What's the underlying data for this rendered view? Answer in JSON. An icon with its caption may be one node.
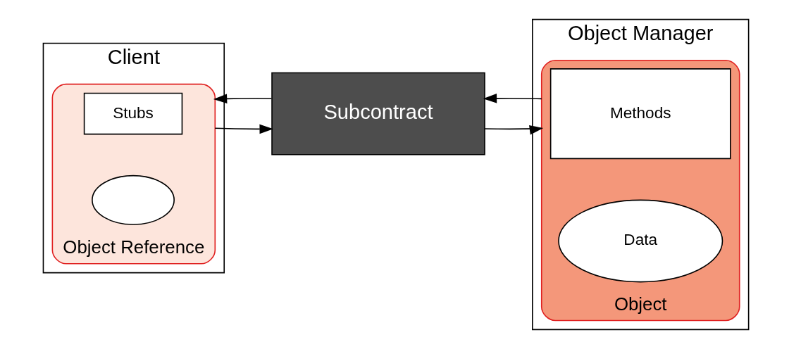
{
  "diagram": {
    "nodes": [
      {
        "text": [
          "Client"
        ]
      },
      {
        "text": [
          "Object Reference"
        ],
        "in": 0
      },
      {
        "text": [
          "Stubs"
        ],
        "in": 1
      },
      {
        "text": [],
        "shape": "ellipse",
        "in": 1
      },
      {
        "text": [
          "Object Manager"
        ]
      },
      {
        "text": [
          "Subcontract"
        ]
      },
      {
        "text": [
          "Object"
        ],
        "in": 4
      },
      {
        "text": [
          "Methods"
        ],
        "in": 6
      },
      {
        "text": [
          "Data"
        ],
        "in": 6
      }
    ],
    "edges": [
      {
        "from": 1,
        "to": 5,
        "arrow": "to"
      },
      {
        "from": 5,
        "to": 1,
        "arrow": "to"
      },
      {
        "from": 5,
        "to": 6,
        "arrow": "to"
      },
      {
        "from": 6,
        "to": 5,
        "arrow": "to"
      }
    ]
  }
}
